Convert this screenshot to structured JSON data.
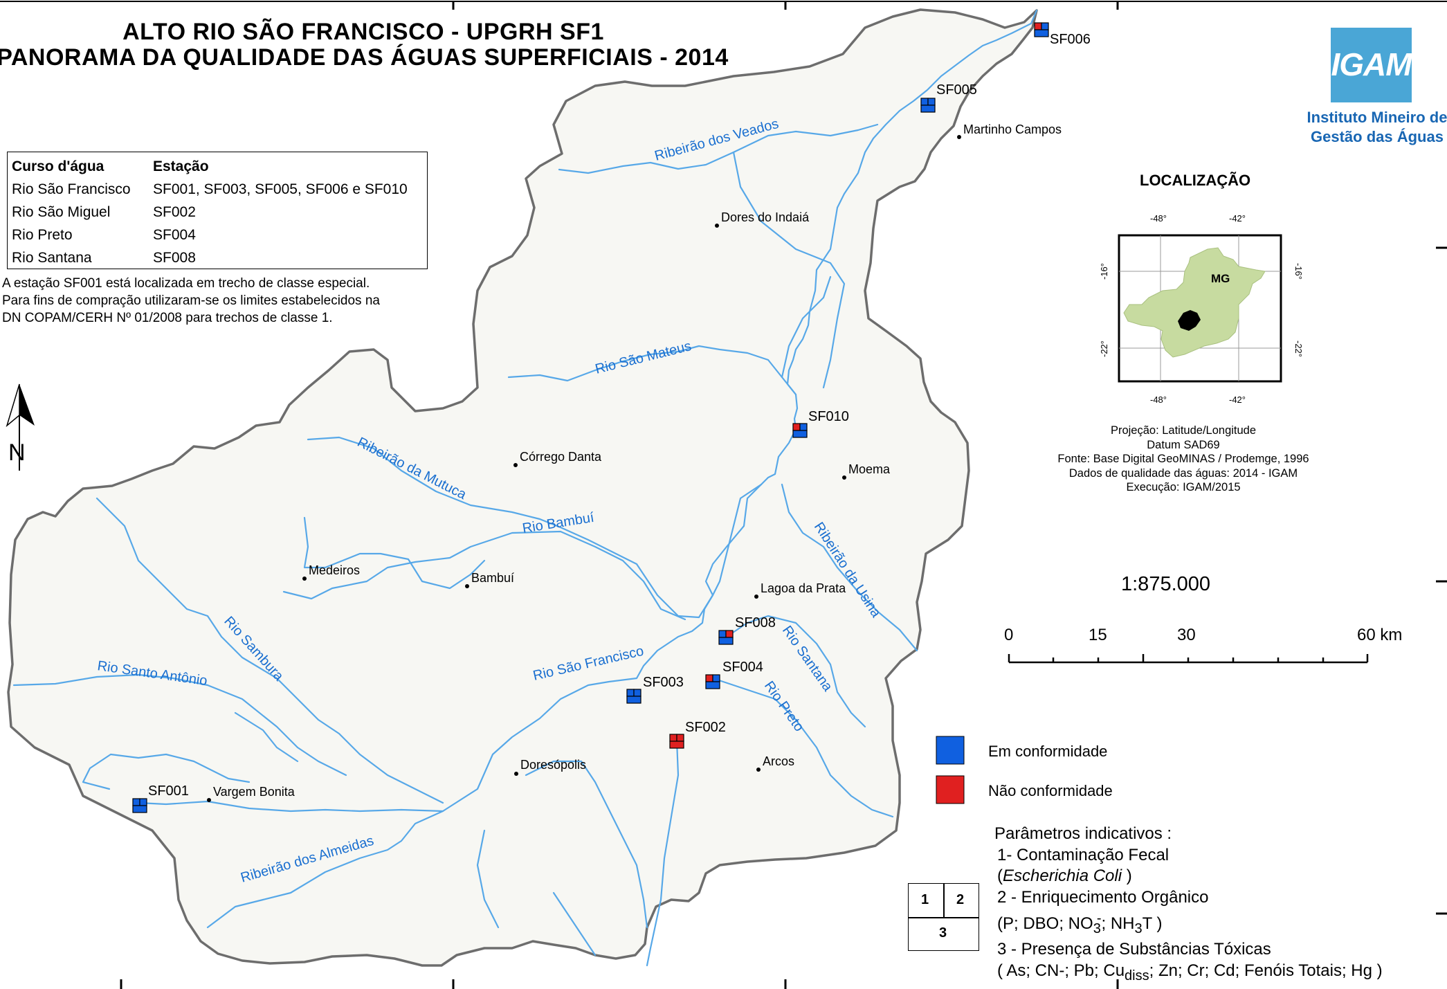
{
  "title_line1": "ALTO RIO SÃO FRANCISCO - UPGRH SF1",
  "title_line2": "PANORAMA DA QUALIDADE DAS ÁGUAS SUPERFICIAIS - 2014",
  "legend_table": {
    "header_course": "Curso d'água",
    "header_station": "Estação",
    "rows": [
      {
        "course": "Rio São Francisco",
        "station": "SF001, SF003, SF005, SF006 e SF010"
      },
      {
        "course": "Rio São Miguel",
        "station": "SF002"
      },
      {
        "course": "Rio Preto",
        "station": "SF004"
      },
      {
        "course": "Rio Santana",
        "station": "SF008"
      }
    ]
  },
  "note": {
    "line1": "A estação SF001 está localizada em trecho de classe especial.",
    "line2": "Para fins de compração utilizaram-se os limites estabelecidos na",
    "line3": "DN COPAM/CERH Nº 01/2008 para trechos de classe 1."
  },
  "north_label": "N",
  "logo": {
    "text": "IGAM",
    "line1": "Instituto Mineiro de",
    "line2": "Gestão das Águas"
  },
  "location": {
    "title": "LOCALIZAÇÃO",
    "state_label": "MG",
    "lon_labels": [
      "-48°",
      "-42°"
    ],
    "lat_labels": [
      "-16°",
      "-22°"
    ]
  },
  "projection": {
    "line1": "Projeção: Latitude/Longitude",
    "line2": "Datum SAD69",
    "line3": "Fonte: Base Digital GeoMINAS / Prodemge, 1996",
    "line4": "Dados de qualidade das águas: 2014 - IGAM",
    "line5": "Execução: IGAM/2015"
  },
  "scale": {
    "ratio": "1:875.000",
    "labels": [
      "0",
      "15",
      "30",
      "60 km"
    ]
  },
  "legend": {
    "conform": "Em conformidade",
    "nonconform": "Não conformidade",
    "colors": {
      "conform": "#1060e0",
      "nonconform": "#e02020"
    }
  },
  "params": {
    "title": "Parâmetros indicativos :",
    "p1": "1- Contaminação Fecal",
    "p1b_open": "(",
    "p1b_species": "Escherichia Coli",
    "p1b_close": ")",
    "p2": "2 - Enriquecimento Orgânico",
    "p2b_a": "(P; DBO; NO",
    "p2b_no3_sub": "3",
    "p2b_no3_sup": "-",
    "p2b_b": "; NH",
    "p2b_nh_sub": "3",
    "p2b_c": "T )",
    "p3": "3 - Presença de Substâncias Tóxicas",
    "p3b_a": "( As; CN-; Pb; Cu",
    "p3b_sub": "diss",
    "p3b_b": "; Zn; Cr; Cd; Fenóis Totais; Hg )"
  },
  "grid_key": {
    "n1": "1",
    "n2": "2",
    "n3": "3"
  },
  "rivers": [
    {
      "name": "Ribeirão dos Veados"
    },
    {
      "name": "Rio São Mateus"
    },
    {
      "name": "Ribeirão da Mutuca"
    },
    {
      "name": "Rio Bambuí"
    },
    {
      "name": "Ribeirão da Usina"
    },
    {
      "name": "Rio Sambura"
    },
    {
      "name": "Rio Santo Antônio"
    },
    {
      "name": "Rio São Francisco"
    },
    {
      "name": "Rio Santana"
    },
    {
      "name": "Rio Preto"
    },
    {
      "name": "Ribeirão dos Almeidas"
    }
  ],
  "cities": [
    {
      "name": "Martinho Campos"
    },
    {
      "name": "Dores do Indaiá"
    },
    {
      "name": "Córrego Danta"
    },
    {
      "name": "Moema"
    },
    {
      "name": "Medeiros"
    },
    {
      "name": "Bambuí"
    },
    {
      "name": "Lagoa da Prata"
    },
    {
      "name": "Arcos"
    },
    {
      "name": "Doresópolis"
    },
    {
      "name": "Vargem Bonita"
    }
  ],
  "stations": [
    {
      "id": "SF006",
      "q": [
        "red",
        "blue",
        "blue"
      ]
    },
    {
      "id": "SF005",
      "q": [
        "blue",
        "blue",
        "blue"
      ]
    },
    {
      "id": "SF010",
      "q": [
        "red",
        "blue",
        "blue"
      ]
    },
    {
      "id": "SF008",
      "q": [
        "blue",
        "red",
        "blue"
      ]
    },
    {
      "id": "SF004",
      "q": [
        "red",
        "blue",
        "blue"
      ]
    },
    {
      "id": "SF003",
      "q": [
        "blue",
        "blue",
        "blue"
      ]
    },
    {
      "id": "SF002",
      "q": [
        "red",
        "red",
        "red"
      ]
    },
    {
      "id": "SF001",
      "q": [
        "blue",
        "blue",
        "blue"
      ]
    }
  ]
}
